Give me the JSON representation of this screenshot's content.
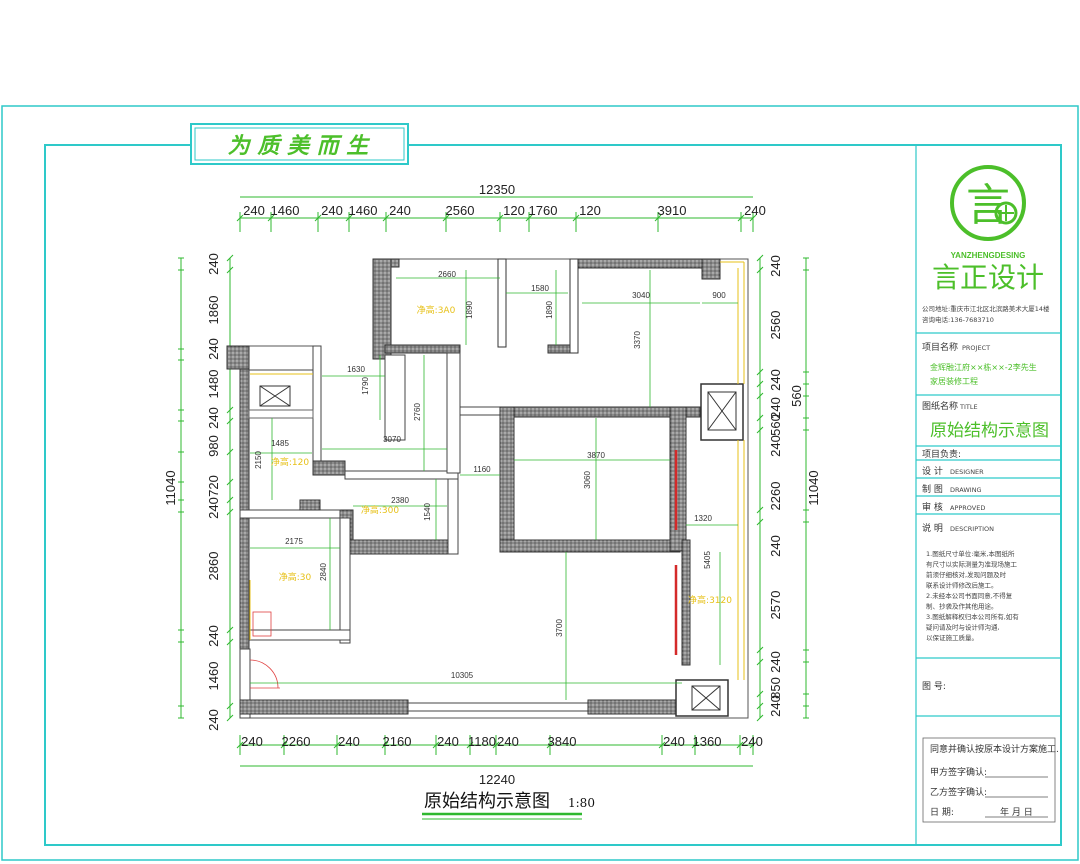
{
  "banner": {
    "slogan": "为 质 美 而 生"
  },
  "title_block": {
    "brand_en": "YANZHENGDESING",
    "brand_cn": "言正设计",
    "company_address": "公司地址:重庆市江北区北滨路美术大厦14楼",
    "phone": "咨询电话:136-7683710",
    "project_name_label": "项目名称",
    "project_name_sub": "PROJECT",
    "project_line1": "金辉融江府××栋××-2李先生",
    "project_line2": "家居装修工程",
    "drawing_name_label": "图纸名称",
    "drawing_name_sub": "TITLE",
    "drawing_name": "原始结构示意图",
    "project_lead_label": "项目负责:",
    "design_label": "设  计",
    "design_sub": "DESIGNER",
    "draw_label": "制  图",
    "draw_sub": "DRAWING",
    "review_label": "审  核",
    "review_sub": "APPROVED",
    "notes_label": "说  明",
    "notes_sub": "DESCRIPTION",
    "notes": [
      "1.图纸尺寸单位:毫米,本图纸所",
      "  有尺寸以实际测量为准现场施工",
      "  前须仔细核对,发现问题及时",
      "  联系设计师修改后施工。",
      "2.未经本公司书面同意,不得复",
      "  制、抄袭及作其他用途。",
      "3.图纸解释权归本公司所有,如有",
      "  疑问请及时与设计师沟通,",
      "  以保证施工质量。"
    ],
    "drawing_no_label": "图  号:",
    "confirm_text": "同意并确认按原本设计方案施工.",
    "party_a": "甲方签字确认:",
    "party_b": "乙方签字确认:",
    "date_label": "日        期:",
    "date_parts": "年    月    日"
  },
  "plan": {
    "caption": "原始结构示意图",
    "scale": "1:80",
    "top_total": "12350",
    "top_dims": [
      "240",
      "1460",
      "240",
      "1460",
      "240",
      "2560",
      "120",
      "1760",
      "120",
      "3910",
      "240"
    ],
    "bottom_total": "12240",
    "bottom_dims": [
      "240",
      "2260",
      "240",
      "2160",
      "240",
      "1180",
      "240",
      "3840",
      "240",
      "1360",
      "240"
    ],
    "left_total": "11040",
    "left_dims": [
      "240",
      "1860",
      "240",
      "1480",
      "240",
      "980",
      "720",
      "240",
      "2860",
      "240",
      "1460",
      "240"
    ],
    "right_total": "11040",
    "right_dims": [
      "240",
      "2560",
      "240",
      "240",
      "560",
      "240",
      "2260",
      "240",
      "2570",
      "240",
      "850",
      "240"
    ],
    "right_extra": "560",
    "room_dims": [
      "2660",
      "1890",
      "1580",
      "1890",
      "3040",
      "900",
      "3370",
      "1630",
      "1790",
      "2760",
      "1485",
      "3070",
      "2150",
      "1160",
      "3870",
      "3060",
      "2380",
      "1540",
      "1320",
      "2175",
      "2840",
      "5405",
      "3700",
      "10305"
    ],
    "room_labels": [
      "净高:3A0",
      "净高:120",
      "净高:300",
      "净高:30",
      "净高:3120"
    ]
  }
}
